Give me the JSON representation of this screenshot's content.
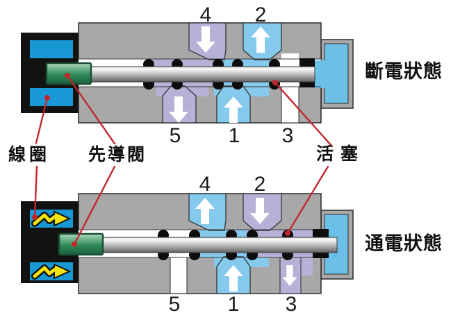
{
  "colors": {
    "body_gray": "#a8a8a8",
    "outline": "#2b2b2b",
    "purple": "#b6b1d7",
    "flow_blue": "#85c9ed",
    "cap_blue": "#6cc0e8",
    "coil_blue": "#1899d6",
    "housing_black": "#121212",
    "seal_black": "#0d0d0d",
    "annotation_red": "#c1272d",
    "bolt_yellow": "#f2e30e",
    "number_color": "#1a1a1a"
  },
  "ports": {
    "p1": "1",
    "p2": "2",
    "p3": "3",
    "p4": "4",
    "p5": "5"
  },
  "labels": {
    "coil": "線圈",
    "pilot_valve": "先導閥",
    "piston": "活塞",
    "state_off": "斷電狀態",
    "state_on": "通電狀態"
  }
}
